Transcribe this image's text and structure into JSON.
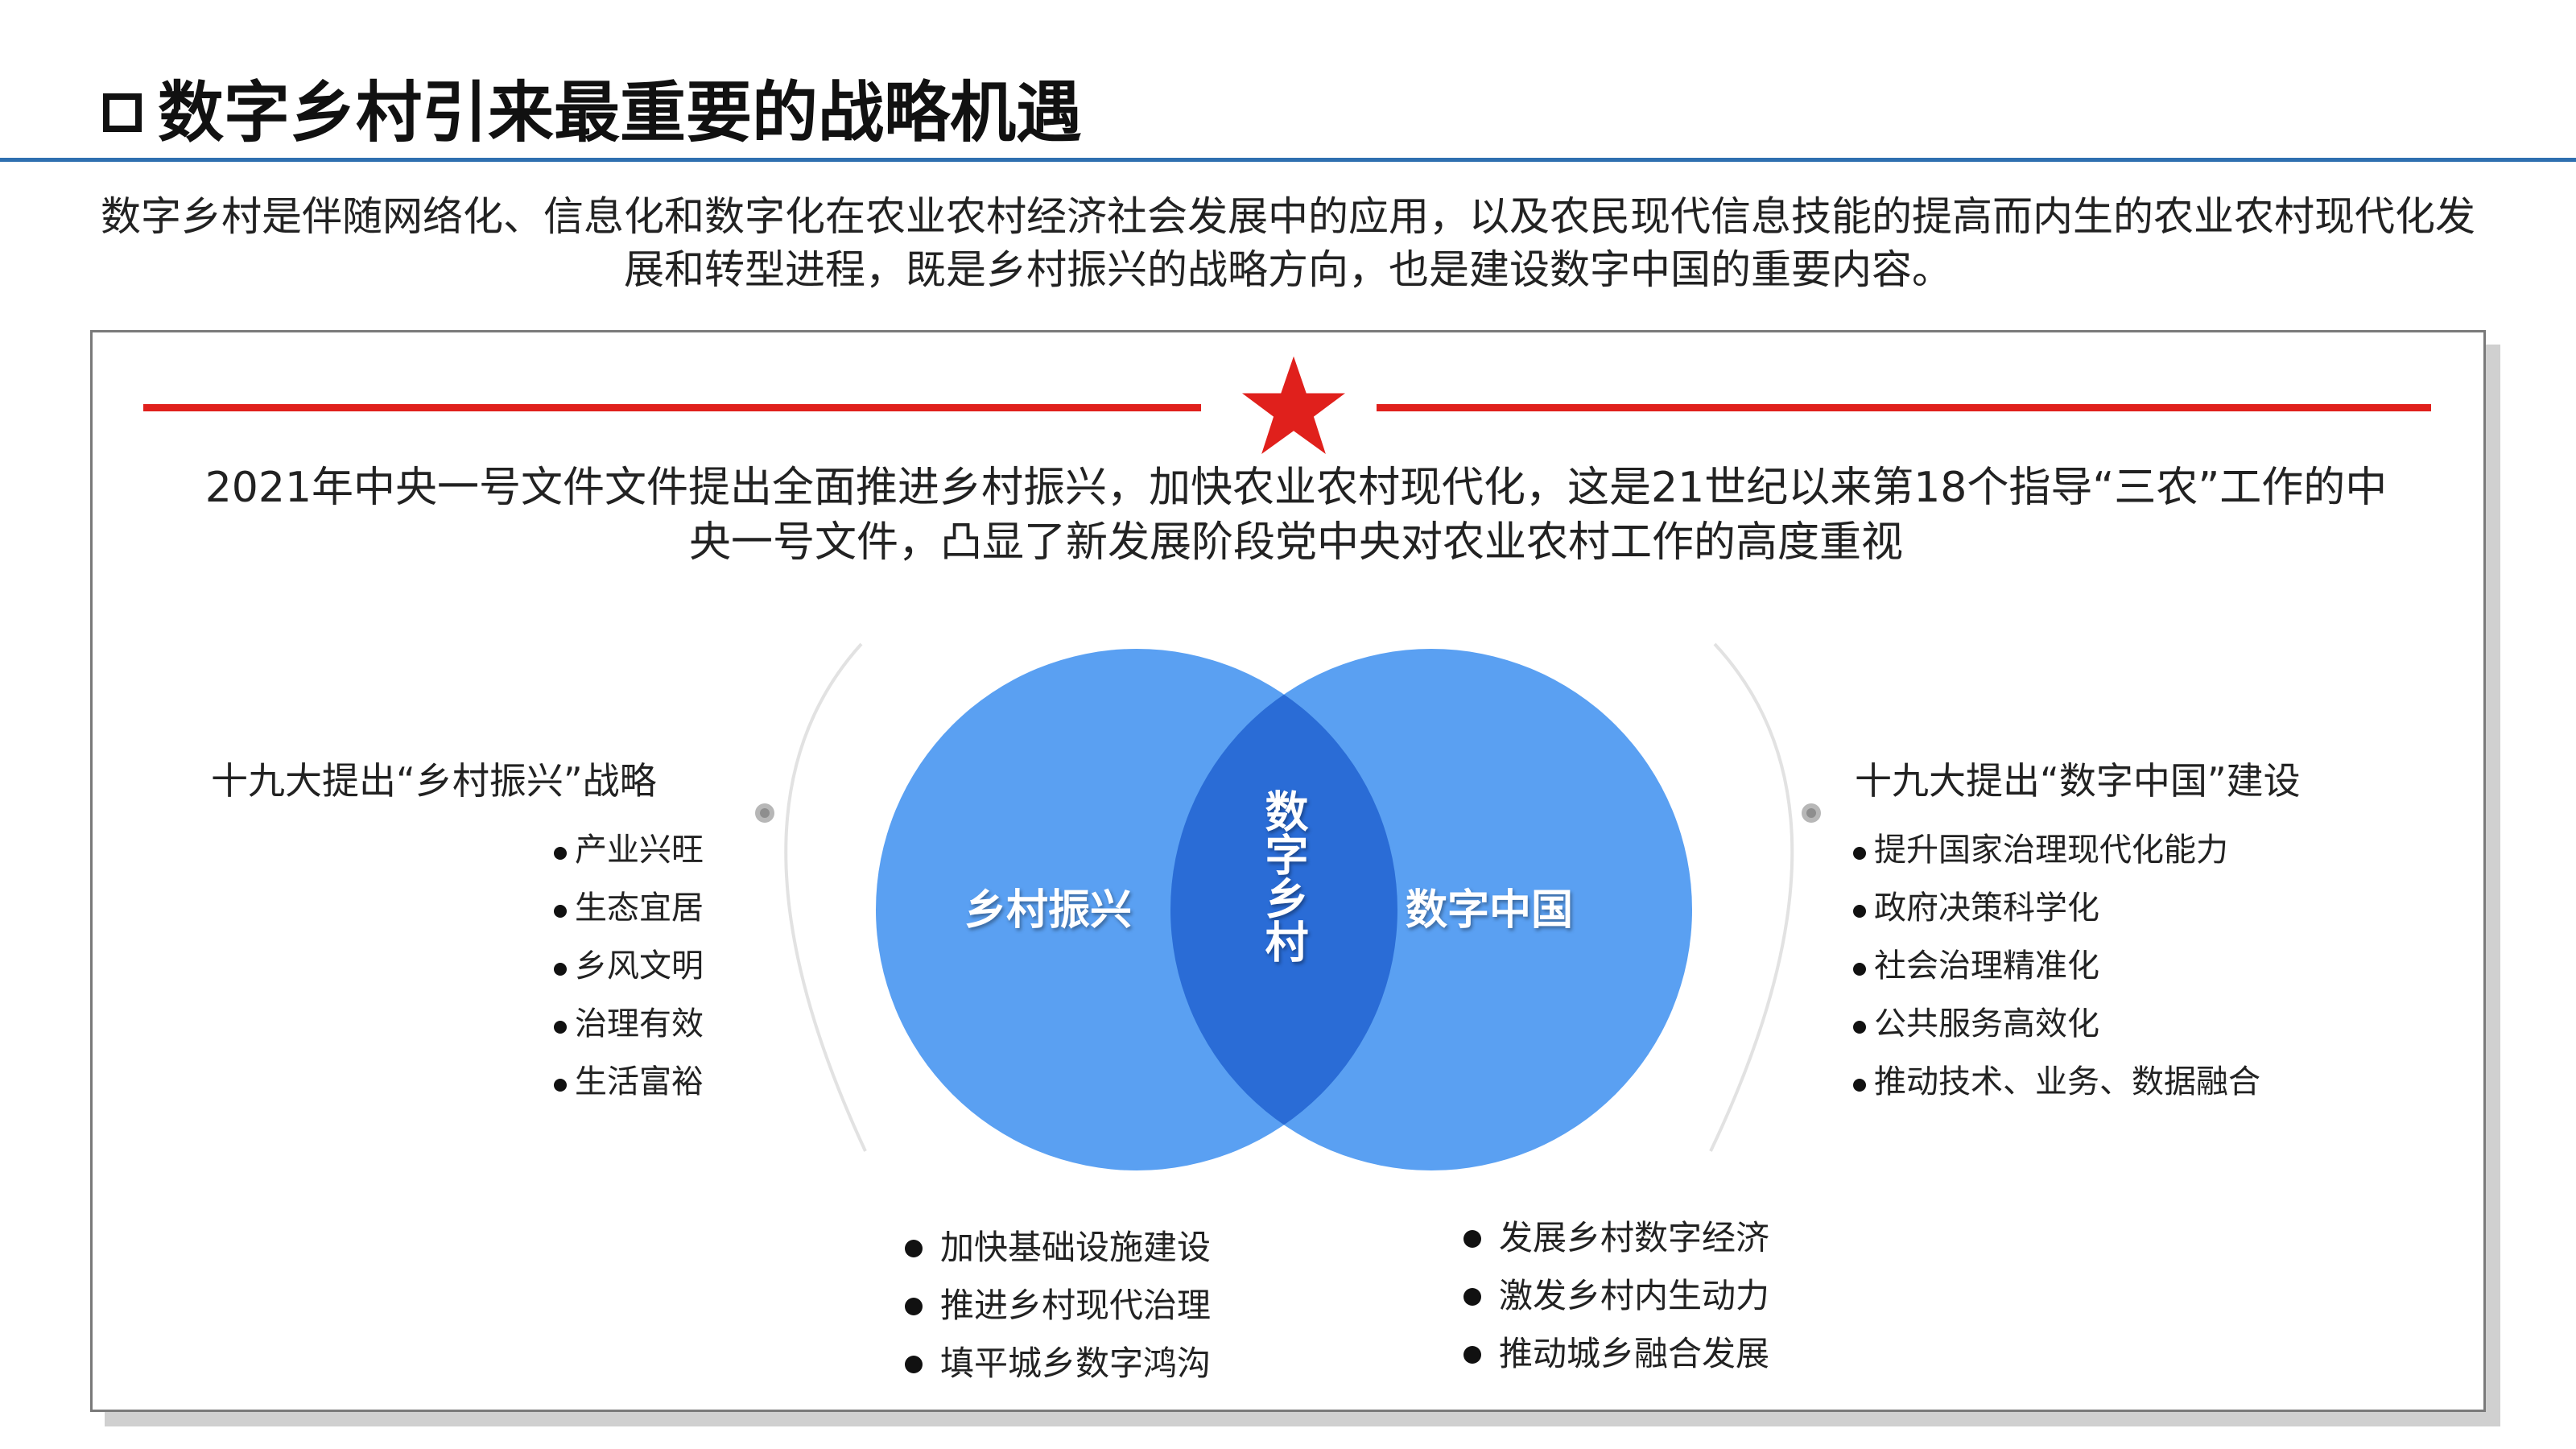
{
  "header": {
    "title": "数字乡村引来最重要的战略机遇"
  },
  "intro": "数字乡村是伴随网络化、信息化和数字化在农业农村经济社会发展中的应用，以及农民现代信息技能的提高而内生的农业农村现代化发展和转型进程，既是乡村振兴的战略方向，也是建设数字中国的重要内容。",
  "card": {
    "highlight": "2021年中央一号文件文件提出全面推进乡村振兴，加快农业农村现代化，这是21世纪以来第18个指导“三农”工作的中央一号文件，凸显了新发展阶段党中央对农业农村工作的高度重视"
  },
  "venn": {
    "left_label": "乡村振兴",
    "right_label": "数字中国",
    "center_label": "数字乡村"
  },
  "left_side": {
    "heading": "十九大提出“乡村振兴”战略",
    "items": [
      "产业兴旺",
      "生态宜居",
      "乡风文明",
      "治理有效",
      "生活富裕"
    ]
  },
  "right_side": {
    "heading": "十九大提出“数字中国”建设",
    "items": [
      "提升国家治理现代化能力",
      "政府决策科学化",
      "社会治理精准化",
      "公共服务高效化",
      "推动技术、业务、数据融合"
    ]
  },
  "bottom_left": {
    "items": [
      "加快基础设施建设",
      "推进乡村现代治理",
      "填平城乡数字鸿沟"
    ]
  },
  "bottom_right": {
    "items": [
      "发展乡村数字经济",
      "激发乡村内生动力",
      "推动城乡融合发展"
    ]
  },
  "colors": {
    "accent_rule": "#2e6fb0",
    "red": "#e0201c",
    "circle_blue": "#5aa0f2",
    "overlap_blue": "#2a6cd6"
  },
  "icons": {
    "star": "star-icon",
    "title_bullet": "square-bullet-icon"
  }
}
